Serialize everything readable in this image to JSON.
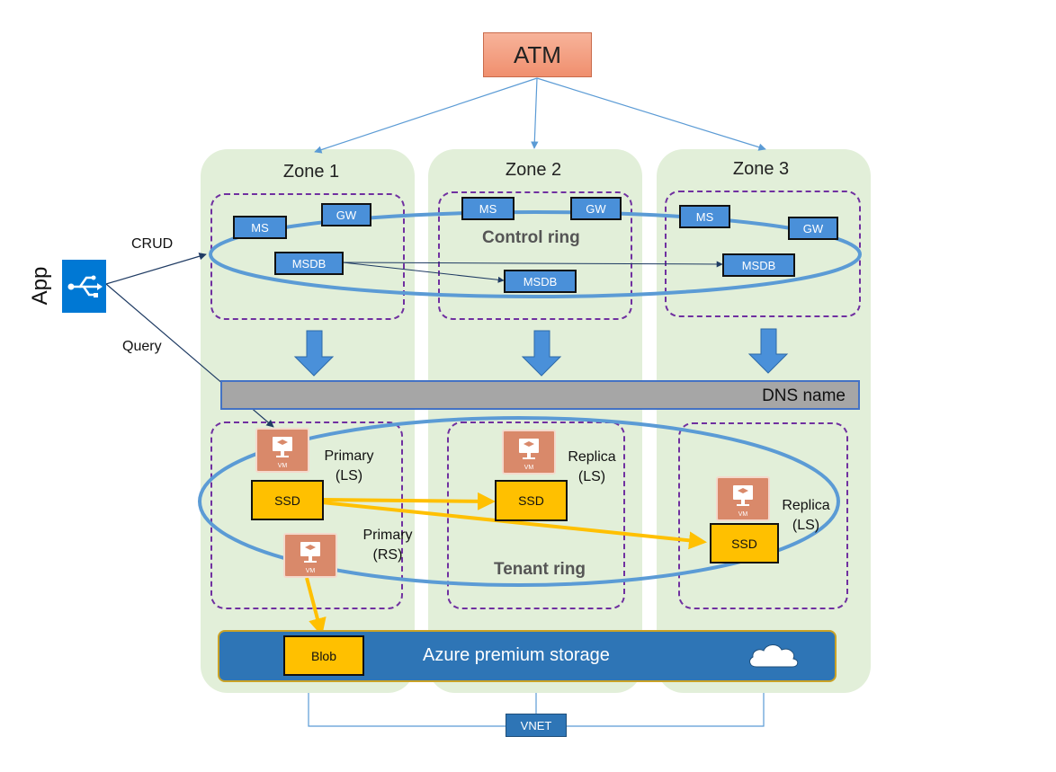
{
  "atm": {
    "label": "ATM"
  },
  "app": {
    "label": "App",
    "crud_label": "CRUD",
    "query_label": "Query"
  },
  "zones": [
    {
      "title": "Zone 1"
    },
    {
      "title": "Zone 2"
    },
    {
      "title": "Zone 3"
    }
  ],
  "control": {
    "ring_label": "Control ring",
    "ms": "MS",
    "gw": "GW",
    "msdb": "MSDB"
  },
  "dns": {
    "label": "DNS name"
  },
  "tenant": {
    "ring_label": "Tenant ring",
    "primary_ls": "Primary\n(LS)",
    "primary_rs": "Primary\n(RS)",
    "replica_ls": "Replica\n(LS)",
    "ssd": "SSD",
    "vm": "VM"
  },
  "storage": {
    "label": "Azure premium storage",
    "blob": "Blob"
  },
  "vnet": {
    "label": "VNET"
  },
  "colors": {
    "zone_bg": "#e2efd9",
    "ring": "#5b9bd5",
    "ssd": "#ffc000",
    "vm": "#d9896a",
    "storage": "#2e75b6",
    "dashed": "#7030a0"
  }
}
